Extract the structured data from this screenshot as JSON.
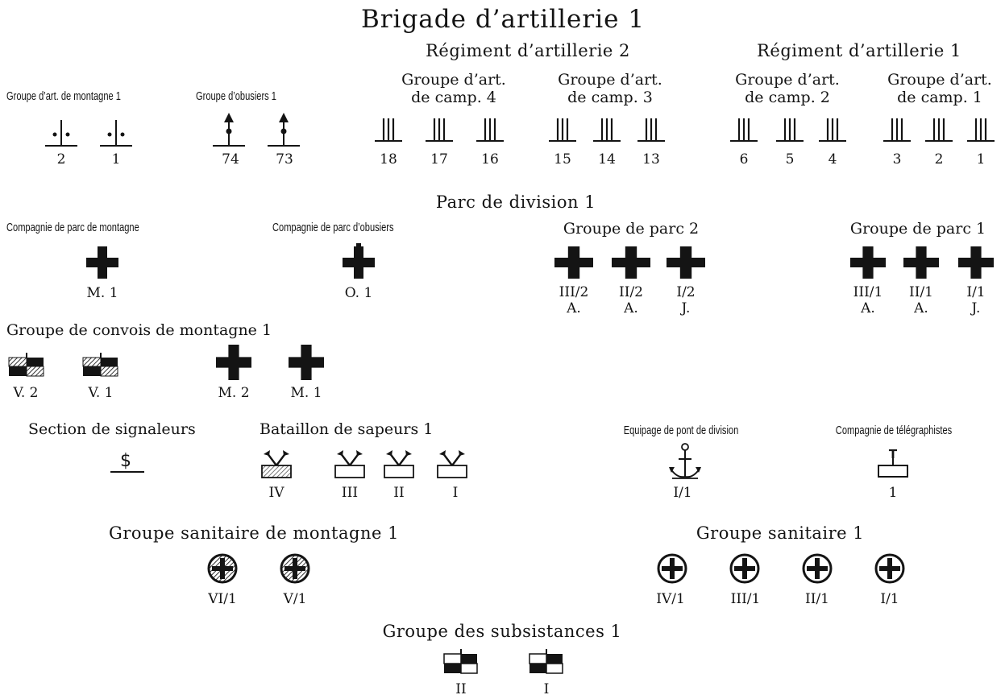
{
  "title": "Brigade d’artillerie 1",
  "regiment2": {
    "title": "Régiment d’artillerie 2",
    "groups": [
      {
        "title": "Groupe d’art.\nde camp. 4",
        "batteries": [
          "18",
          "17",
          "16"
        ]
      },
      {
        "title": "Groupe d’art.\nde camp. 3",
        "batteries": [
          "15",
          "14",
          "13"
        ]
      }
    ]
  },
  "regiment1": {
    "title": "Régiment d’artillerie 1",
    "groups": [
      {
        "title": "Groupe d’art.\nde camp. 2",
        "batteries": [
          "6",
          "5",
          "4"
        ]
      },
      {
        "title": "Groupe d’art.\nde camp. 1",
        "batteries": [
          "3",
          "2",
          "1"
        ]
      }
    ]
  },
  "mountain_art": {
    "title": "Groupe d’art. de montagne 1",
    "batteries": [
      "2",
      "1"
    ]
  },
  "howitzers": {
    "title": "Groupe d’obusiers 1",
    "batteries": [
      "74",
      "73"
    ]
  },
  "park": {
    "title": "Parc de division 1",
    "mountain_company": {
      "title": "Compagnie de parc de montagne",
      "label": "M. 1"
    },
    "howitzer_company": {
      "title": "Compagnie de parc d’obusiers",
      "label": "O. 1"
    },
    "group2": {
      "title": "Groupe de parc 2",
      "units": [
        [
          "III/2",
          "A."
        ],
        [
          "II/2",
          "A."
        ],
        [
          "I/2",
          "J."
        ]
      ]
    },
    "group1": {
      "title": "Groupe de parc 1",
      "units": [
        [
          "III/1",
          "A."
        ],
        [
          "II/1",
          "A."
        ],
        [
          "I/1",
          "J."
        ]
      ]
    }
  },
  "convoys": {
    "title": "Groupe de convois de montagne 1",
    "units": [
      "V. 2",
      "V. 1",
      "M. 2",
      "M. 1"
    ]
  },
  "signallers": {
    "title": "Section de signaleurs",
    "glyph": "$"
  },
  "sappers": {
    "title": "Bataillon de sapeurs 1",
    "units": [
      "IV",
      "III",
      "II",
      "I"
    ]
  },
  "bridge": {
    "title": "Equipage de pont de division",
    "label": "I/1"
  },
  "telegraph": {
    "title": "Compagnie de télégraphistes",
    "glyph": "T",
    "label": "1"
  },
  "sanitary_mountain": {
    "title": "Groupe sanitaire de montagne 1",
    "units": [
      "VI/1",
      "V/1"
    ]
  },
  "sanitary": {
    "title": "Groupe sanitaire 1",
    "units": [
      "IV/1",
      "III/1",
      "II/1",
      "I/1"
    ]
  },
  "subsistence": {
    "title": "Groupe des subsistances 1",
    "units": [
      "II",
      "I"
    ]
  },
  "colors": {
    "ink": "#141414",
    "background": "#ffffff",
    "hatch": "#6e6e6e"
  }
}
